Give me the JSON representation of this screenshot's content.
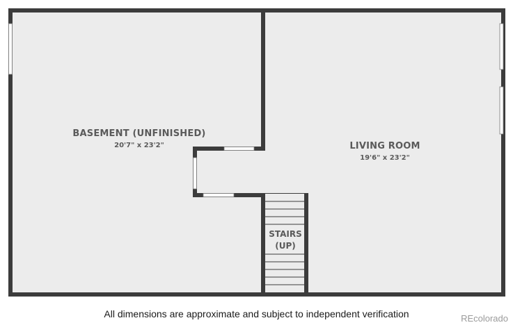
{
  "rooms": {
    "basement": {
      "name": "BASEMENT (UNFINISHED)",
      "dimensions": "20'7\" x 23'2\""
    },
    "living": {
      "name": "LIVING ROOM",
      "dimensions": "19'6\" x 23'2\""
    },
    "stairs": {
      "line1": "STAIRS",
      "line2": "(UP)"
    }
  },
  "footer": {
    "disclaimer": "All dimensions are approximate and subject to independent verification"
  },
  "watermark": {
    "brand": "REcolorado"
  },
  "colors": {
    "wall": "#3c3c3c",
    "floor": "#ececec",
    "text": "#5a5a5a",
    "window": "#ffffff"
  }
}
